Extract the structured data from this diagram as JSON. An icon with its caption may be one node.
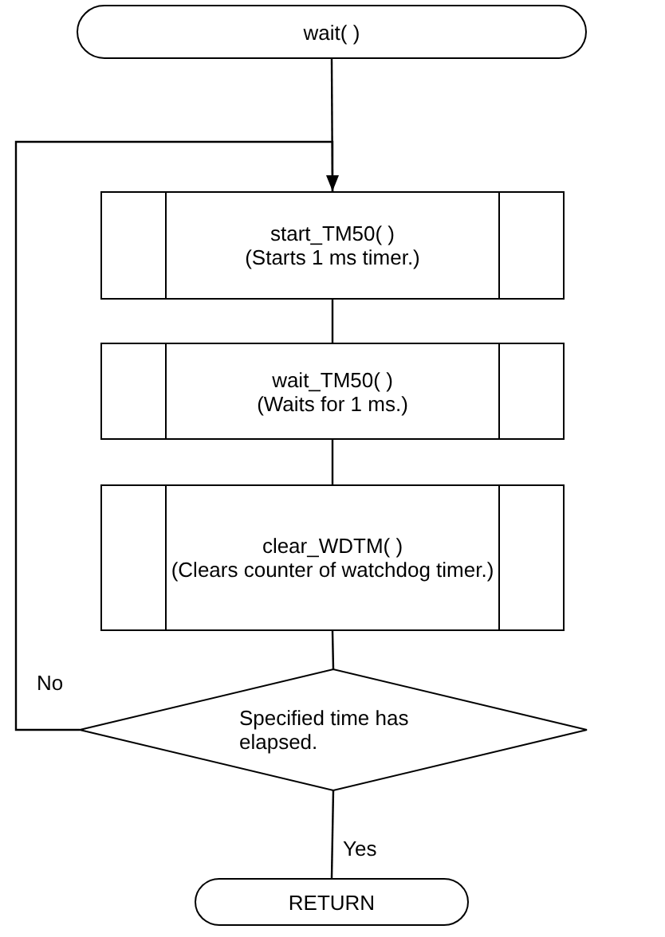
{
  "diagram": {
    "nodes": [
      {
        "text": [
          "wait( )"
        ]
      },
      {
        "text": [
          "start_TM50( )",
          "(Starts 1 ms timer.)"
        ]
      },
      {
        "text": [
          "wait_TM50( )",
          "(Waits for 1 ms.)"
        ]
      },
      {
        "text": [
          "clear_WDTM( )",
          "(Clears counter of watchdog timer.)"
        ]
      },
      {
        "text": [
          "Specified time has elapsed."
        ]
      },
      {
        "text": [
          "RETURN"
        ]
      }
    ],
    "edges": [
      {
        "from": 0,
        "to": 1,
        "arrow": "none"
      },
      {
        "from": 1,
        "to": 2,
        "arrow": "none"
      },
      {
        "from": 2,
        "to": 3,
        "arrow": "none"
      },
      {
        "from": 3,
        "to": 4,
        "arrow": "none"
      },
      {
        "from": 4,
        "to": 1,
        "arrow": "to",
        "label": "No"
      },
      {
        "from": 4,
        "to": 5,
        "arrow": "none",
        "label": "Yes"
      }
    ]
  }
}
